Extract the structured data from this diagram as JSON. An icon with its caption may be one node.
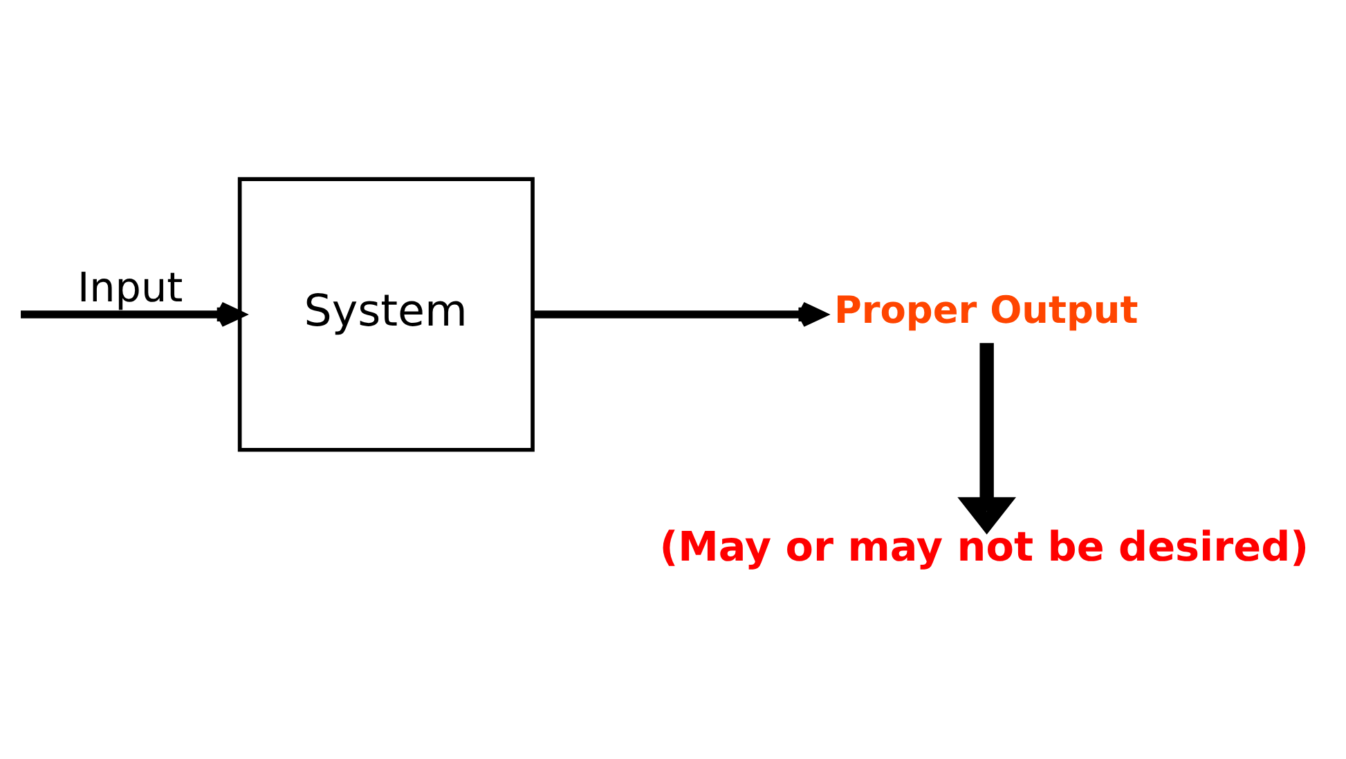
{
  "diagram": {
    "nodes": [
      {
        "text": [
          "System"
        ]
      },
      {
        "text": [
          "Proper Output"
        ]
      },
      {
        "text": [
          "(May or may not be desired)"
        ]
      }
    ],
    "edges": [
      {
        "from": null,
        "to": 0,
        "arrow": "to",
        "label": "Input"
      },
      {
        "from": 0,
        "to": 1,
        "arrow": "to"
      },
      {
        "from": 1,
        "to": 2,
        "arrow": "to",
        "style": "thick"
      }
    ]
  }
}
